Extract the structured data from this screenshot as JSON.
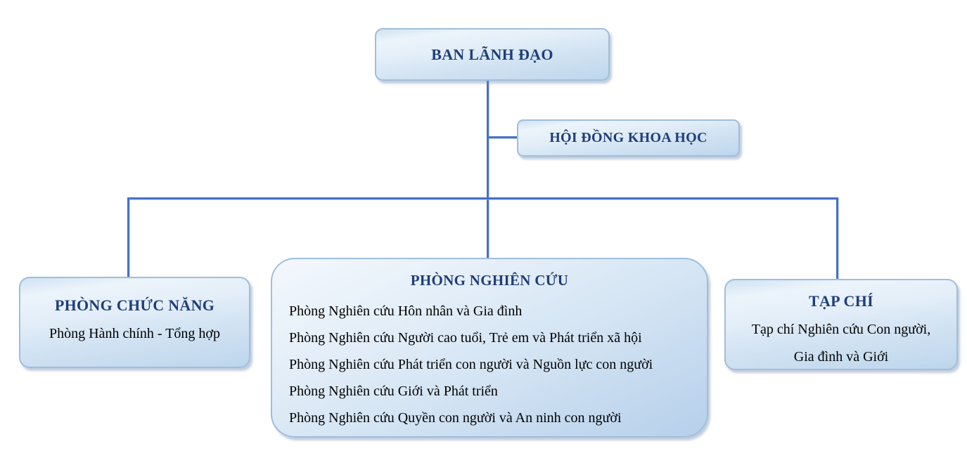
{
  "org": {
    "leadership": {
      "title": "BAN LÃNH ĐẠO"
    },
    "council": {
      "title": "HỘI ĐỒNG KHOA HỌC"
    },
    "functional": {
      "title": "PHÒNG CHỨC NĂNG",
      "subtitle": "Phòng Hành chính - Tổng hợp"
    },
    "research": {
      "title": "PHÒNG NGHIÊN CỨU",
      "items": [
        "Phòng Nghiên cứu Hôn nhân và Gia đình",
        "Phòng Nghiên cứu Người cao tuổi, Trẻ em và Phát triển xã hội",
        "Phòng Nghiên cứu Phát triển con người và Nguồn lực con người",
        "Phòng Nghiên cứu Giới và Phát triển",
        "Phòng Nghiên cứu Quyền con người và An ninh con người"
      ]
    },
    "journal": {
      "title": "TẠP CHÍ",
      "line1": "Tạp chí Nghiên cứu Con người,",
      "line2": "Gia đình và Giới"
    },
    "colors": {
      "connector": "#4472C4",
      "title_text": "#1F3E79",
      "body_text": "#000000",
      "box_border": "#9FBEDD",
      "box_fill_light": "#F3F8FD",
      "box_fill_dark": "#B6D0EA"
    }
  }
}
